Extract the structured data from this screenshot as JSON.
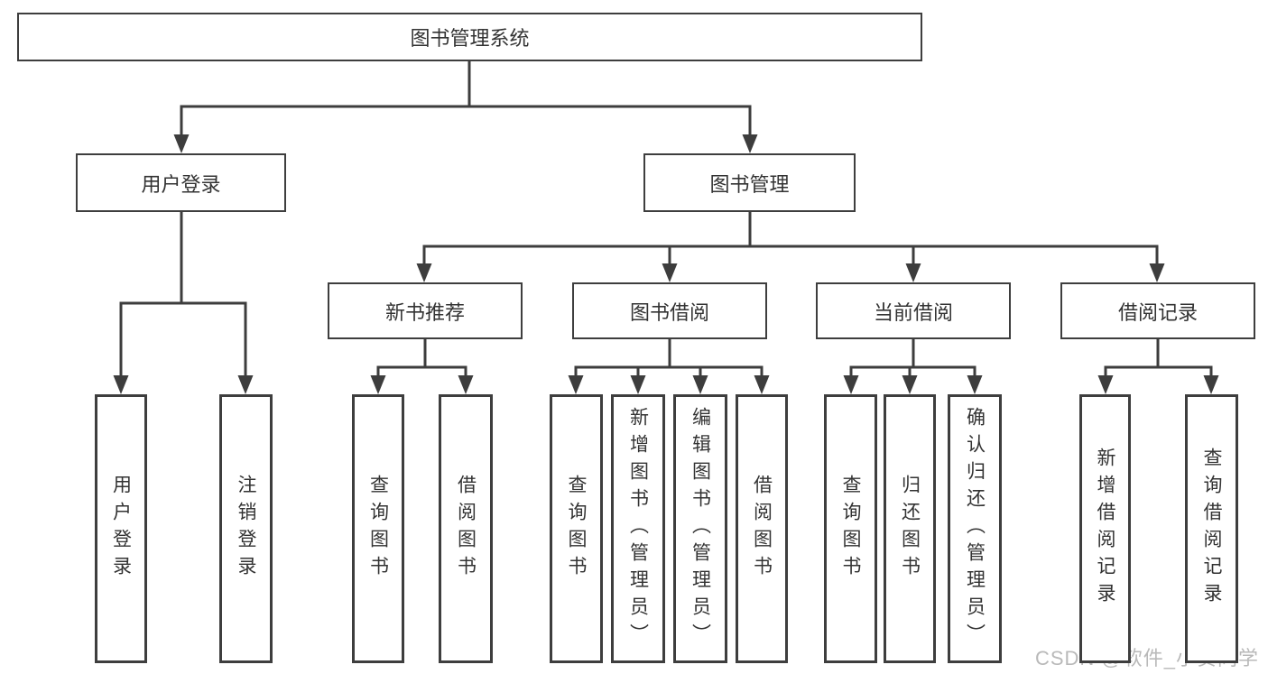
{
  "diagram": {
    "root": {
      "label": "图书管理系统"
    },
    "level2": [
      {
        "id": "user-login",
        "label": "用户登录"
      },
      {
        "id": "book-management",
        "label": "图书管理"
      }
    ],
    "level3": [
      {
        "id": "new-book-recommend",
        "label": "新书推荐"
      },
      {
        "id": "book-borrow",
        "label": "图书借阅"
      },
      {
        "id": "current-borrow",
        "label": "当前借阅"
      },
      {
        "id": "borrow-records",
        "label": "借阅记录"
      }
    ],
    "leaves": [
      {
        "label": "用户登录"
      },
      {
        "label": "注销登录"
      },
      {
        "label": "查询图书"
      },
      {
        "label": "借阅图书"
      },
      {
        "label": "查询图书"
      },
      {
        "label": "新增图书（管理员）"
      },
      {
        "label": "编辑图书（管理员）"
      },
      {
        "label": "借阅图书"
      },
      {
        "label": "查询图书"
      },
      {
        "label": "归还图书"
      },
      {
        "label": "确认归还（管理员）"
      },
      {
        "label": "新增借阅记录"
      },
      {
        "label": "查询借阅记录"
      }
    ],
    "watermark": "CSDN @软件_小贺同学",
    "colors": {
      "line": "#3d3d3d",
      "border": "#3e3e3e",
      "text": "#333333",
      "background": "#ffffff",
      "watermark": "#b9b9b9"
    }
  }
}
